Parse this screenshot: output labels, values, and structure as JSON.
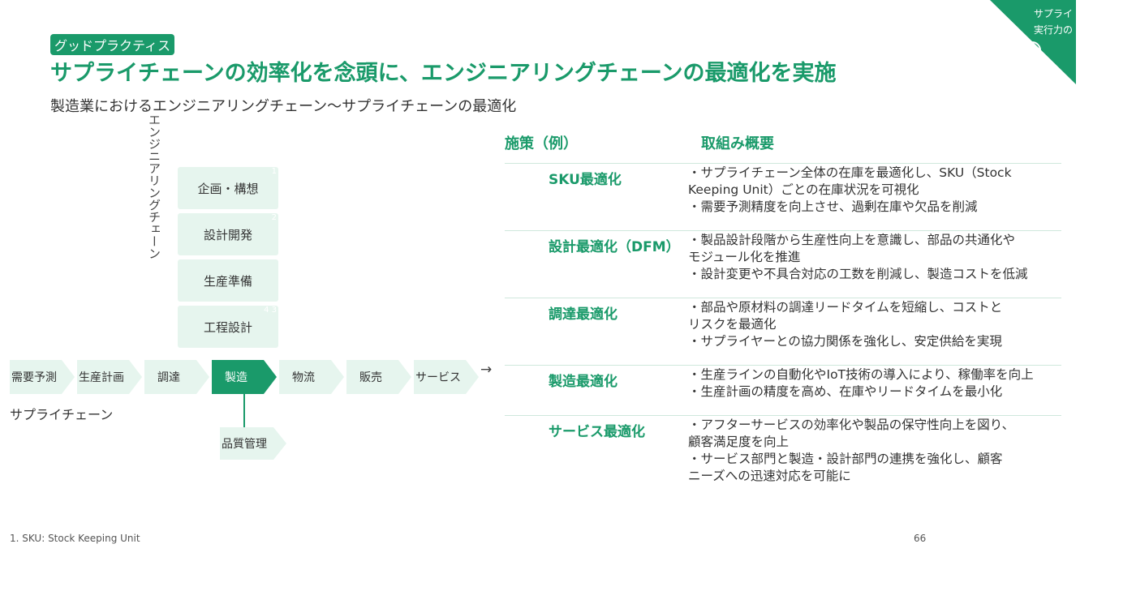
{
  "badge": "グッドプラクティス",
  "title": "サプライチェーンの効率化を念頭に、エンジニアリングチェーンの最適化を実施",
  "subtitle": "製造業におけるエンジニアリングチェーン〜サプライチェーンの最適化",
  "corner": {
    "line1": "サプライ",
    "line2": "実行力の"
  },
  "engineering_chain": {
    "label": "エンジニアリングチェーン",
    "steps": [
      {
        "label": "企画・構想",
        "num": "1"
      },
      {
        "label": "設計開発",
        "num": "2"
      },
      {
        "label": "生産準備",
        "num": ""
      },
      {
        "label": "工程設計",
        "num": "4  3"
      }
    ]
  },
  "supply_chain": {
    "label": "サプライチェーン",
    "steps": [
      "需要予測",
      "生産計画",
      "調達",
      "製造",
      "物流",
      "販売",
      "サービス"
    ],
    "arrow": "→",
    "quality": "品質管理"
  },
  "table": {
    "header_measure": "施策（例）",
    "header_overview": "取組み概要",
    "rows": [
      {
        "measure": "SKU最適化",
        "lines": [
          "・サプライチェーン全体の在庫を最適化し、SKU（Stock",
          "  Keeping Unit）ごとの在庫状況を可視化",
          "・需要予測精度を向上させ、過剰在庫や欠品を削減"
        ]
      },
      {
        "measure": "設計最適化（DFM）",
        "lines": [
          "・製品設計段階から生産性向上を意識し、部品の共通化や",
          "  モジュール化を推進",
          "・設計変更や不具合対応の工数を削減し、製造コストを低減"
        ]
      },
      {
        "measure": "調達最適化",
        "lines": [
          "・部品や原材料の調達リードタイムを短縮し、コストと",
          "  リスクを最適化",
          "・サプライヤーとの協力関係を強化し、安定供給を実現"
        ]
      },
      {
        "measure": "製造最適化",
        "lines": [
          "・生産ラインの自動化やIoT技術の導入により、稼働率を向上",
          "・生産計画の精度を高め、在庫やリードタイムを最小化"
        ]
      },
      {
        "measure": "サービス最適化",
        "lines": [
          "・アフターサービスの効率化や製品の保守性向上を図り、",
          "  顧客満足度を向上",
          "・サービス部門と製造・設計部門の連携を強化し、顧客",
          "  ニーズへの迅速対応を可能に"
        ]
      }
    ]
  },
  "footnote": "1. SKU: Stock Keeping Unit",
  "page_number": "66",
  "colors": {
    "accent": "#1a9a6a",
    "light": "#e6f5ee"
  }
}
